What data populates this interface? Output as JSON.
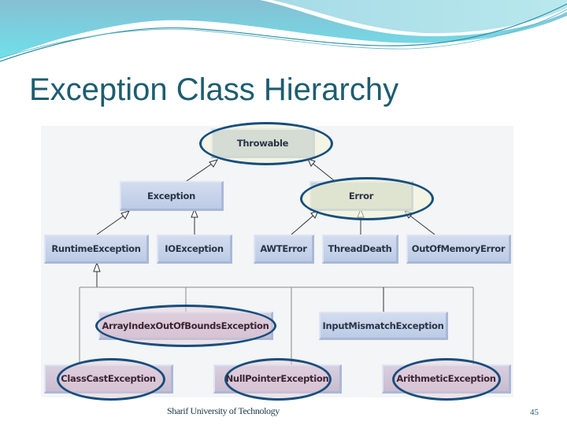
{
  "slide": {
    "title": "Exception Class Hierarchy",
    "footer": "Sharif University of Technology",
    "page_number": "45",
    "colors": {
      "title": "#1d5d70",
      "banner_dark": "#86c2d8",
      "banner_light": "#6fe3ee",
      "highlight_ellipse": "#174e7e",
      "box_fill": "#c8d4ec",
      "diagram_bg": "#f3f5f6"
    }
  },
  "diagram": {
    "nodes": {
      "throwable": "Throwable",
      "exception": "Exception",
      "error": "Error",
      "runtime_exception": "RuntimeException",
      "io_exception": "IOException",
      "awt_error": "AWTError",
      "thread_death": "ThreadDeath",
      "out_of_memory_error": "OutOfMemoryError",
      "array_index_out_of_bounds": "ArrayIndexOutOfBoundsException",
      "input_mismatch": "InputMismatchException",
      "class_cast": "ClassCastException",
      "null_pointer": "NullPointerException",
      "arithmetic": "ArithmeticException"
    },
    "edges": [
      [
        "Exception",
        "Throwable"
      ],
      [
        "Error",
        "Throwable"
      ],
      [
        "RuntimeException",
        "Exception"
      ],
      [
        "IOException",
        "Exception"
      ],
      [
        "AWTError",
        "Error"
      ],
      [
        "ThreadDeath",
        "Error"
      ],
      [
        "OutOfMemoryError",
        "Error"
      ],
      [
        "ArrayIndexOutOfBoundsException",
        "RuntimeException"
      ],
      [
        "InputMismatchException",
        "RuntimeException"
      ],
      [
        "ClassCastException",
        "RuntimeException"
      ],
      [
        "NullPointerException",
        "RuntimeException"
      ],
      [
        "ArithmeticException",
        "RuntimeException"
      ]
    ],
    "highlighted": [
      "Throwable",
      "Error",
      "ArrayIndexOutOfBoundsException",
      "ClassCastException",
      "NullPointerException",
      "ArithmeticException"
    ]
  }
}
